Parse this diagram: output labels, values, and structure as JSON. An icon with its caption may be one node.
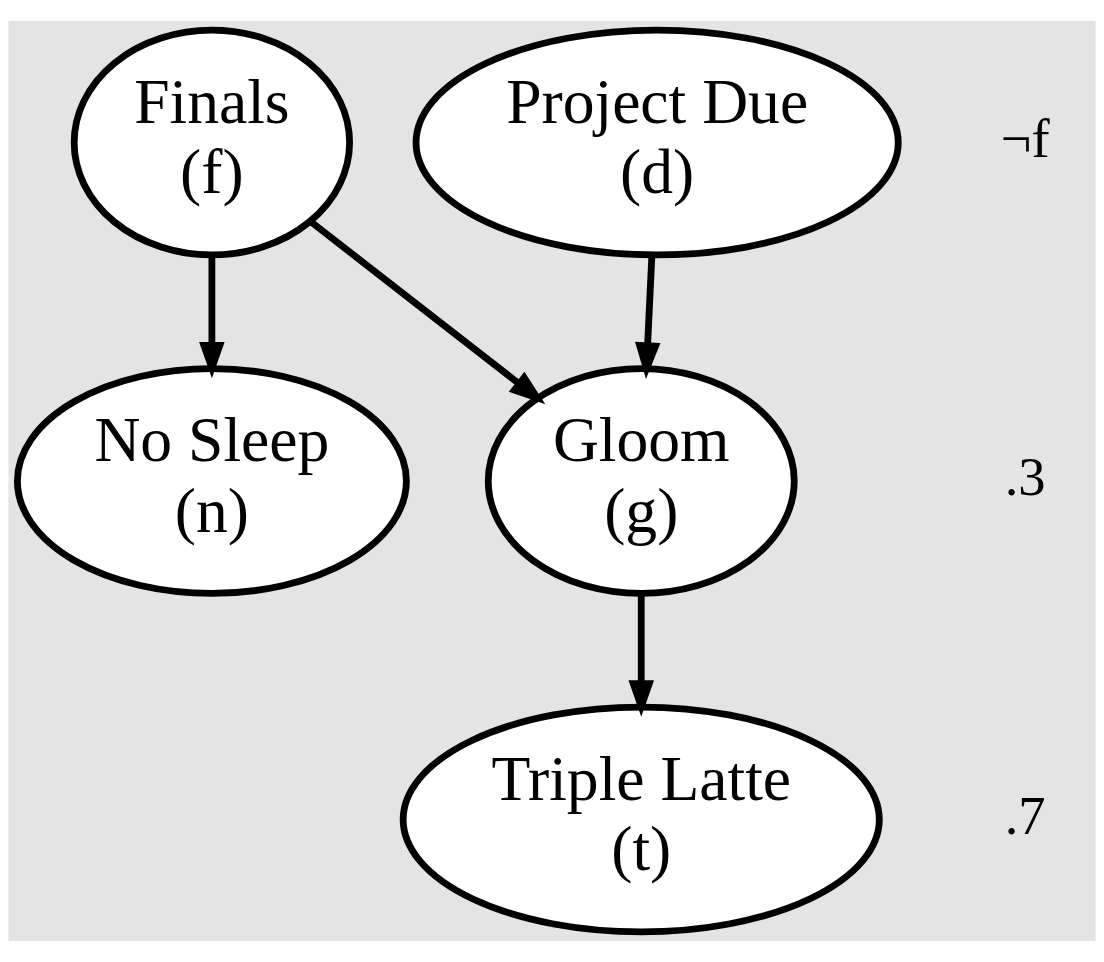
{
  "diagram": {
    "nodes": [
      {
        "text": [
          "Finals",
          "(f)"
        ]
      },
      {
        "text": [
          "Project Due",
          "(d)"
        ]
      },
      {
        "text": [
          "No Sleep",
          "(n)"
        ]
      },
      {
        "text": [
          "Gloom",
          "(g)"
        ]
      },
      {
        "text": [
          "Triple Latte",
          "(t)"
        ]
      }
    ],
    "edges": [
      {
        "from": 0,
        "to": 2,
        "arrow": "to"
      },
      {
        "from": 0,
        "to": 3,
        "arrow": "to"
      },
      {
        "from": 1,
        "to": 3,
        "arrow": "to"
      },
      {
        "from": 3,
        "to": 4,
        "arrow": "to"
      }
    ],
    "labels": [
      "¬f",
      ".3",
      ".7"
    ]
  }
}
